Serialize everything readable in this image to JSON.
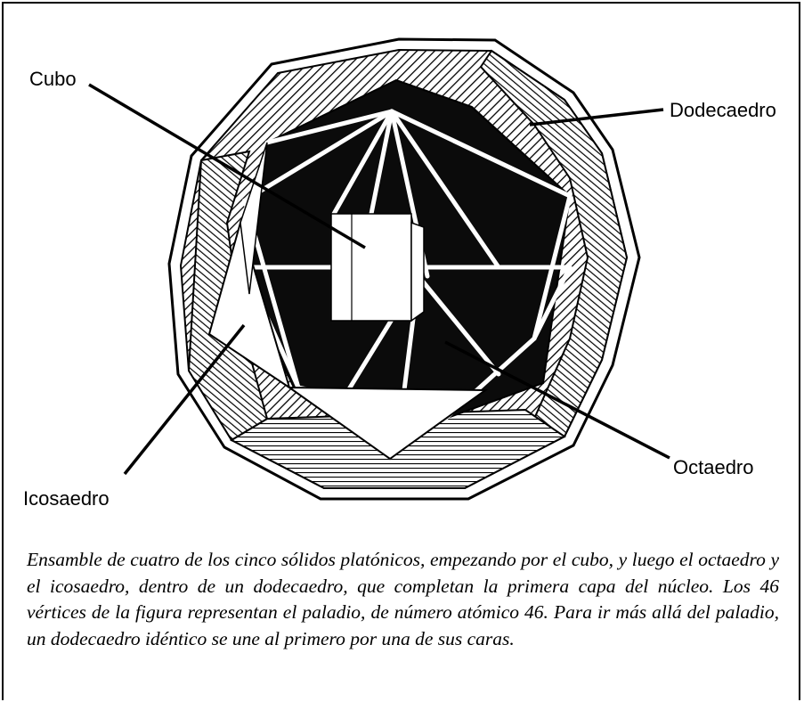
{
  "labels": {
    "cube": "Cubo",
    "dodecahedron": "Dodecaedro",
    "octahedron": "Octaedro",
    "icosahedron": "Icosaedro"
  },
  "caption": "Ensamble de cuatro de los cinco sólidos platónicos, empezando por el cubo, y luego el octaedro y el icosaedro, dentro de un dodecaedro, que completan la primera capa del núcleo. Los 46 vértices de la figura representan el paladio, de número atómico 46. Para ir más allá del paladio, un dodecaedro idéntico se une al primero por una de sus caras."
}
